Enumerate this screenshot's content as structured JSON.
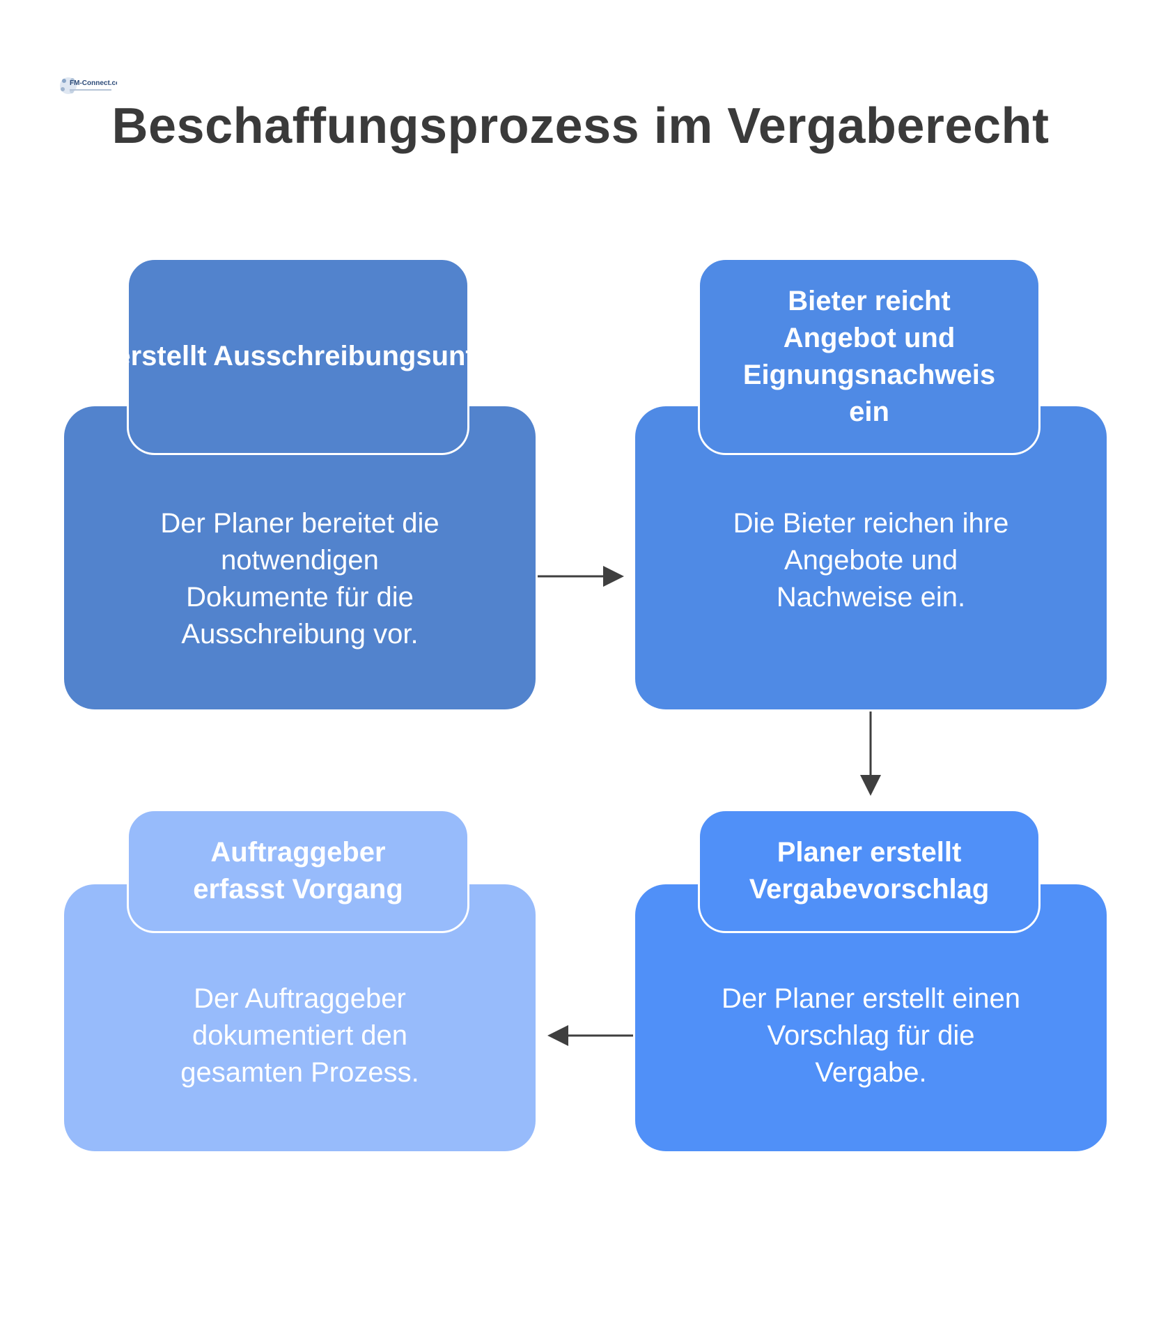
{
  "logo": {
    "text": "FM-Connect.com"
  },
  "title": "Beschaffungsprozess im Vergaberecht",
  "colors": {
    "step1": "#5283cd",
    "step2": "#4f8ae5",
    "step3": "#5090f8",
    "step4": "#97bbfb",
    "arrow": "#3f3f3f"
  },
  "steps": [
    {
      "heading": "Planer erstellt\nAusschreibungsunterlagen",
      "description": "Der Planer bereitet die\nnotwendigen\nDokumente für die\nAusschreibung vor."
    },
    {
      "heading": "Bieter reicht\nAngebot und\nEignungsnachweis\nein",
      "description": "Die Bieter reichen ihre\nAngebote und\nNachweise ein."
    },
    {
      "heading": "Planer erstellt\nVergabevorschlag",
      "description": "Der Planer erstellt einen\nVorschlag für die\nVergabe."
    },
    {
      "heading": "Auftraggeber\nerfasst Vorgang",
      "description": "Der Auftraggeber\ndokumentiert den\ngesamten Prozess."
    }
  ]
}
